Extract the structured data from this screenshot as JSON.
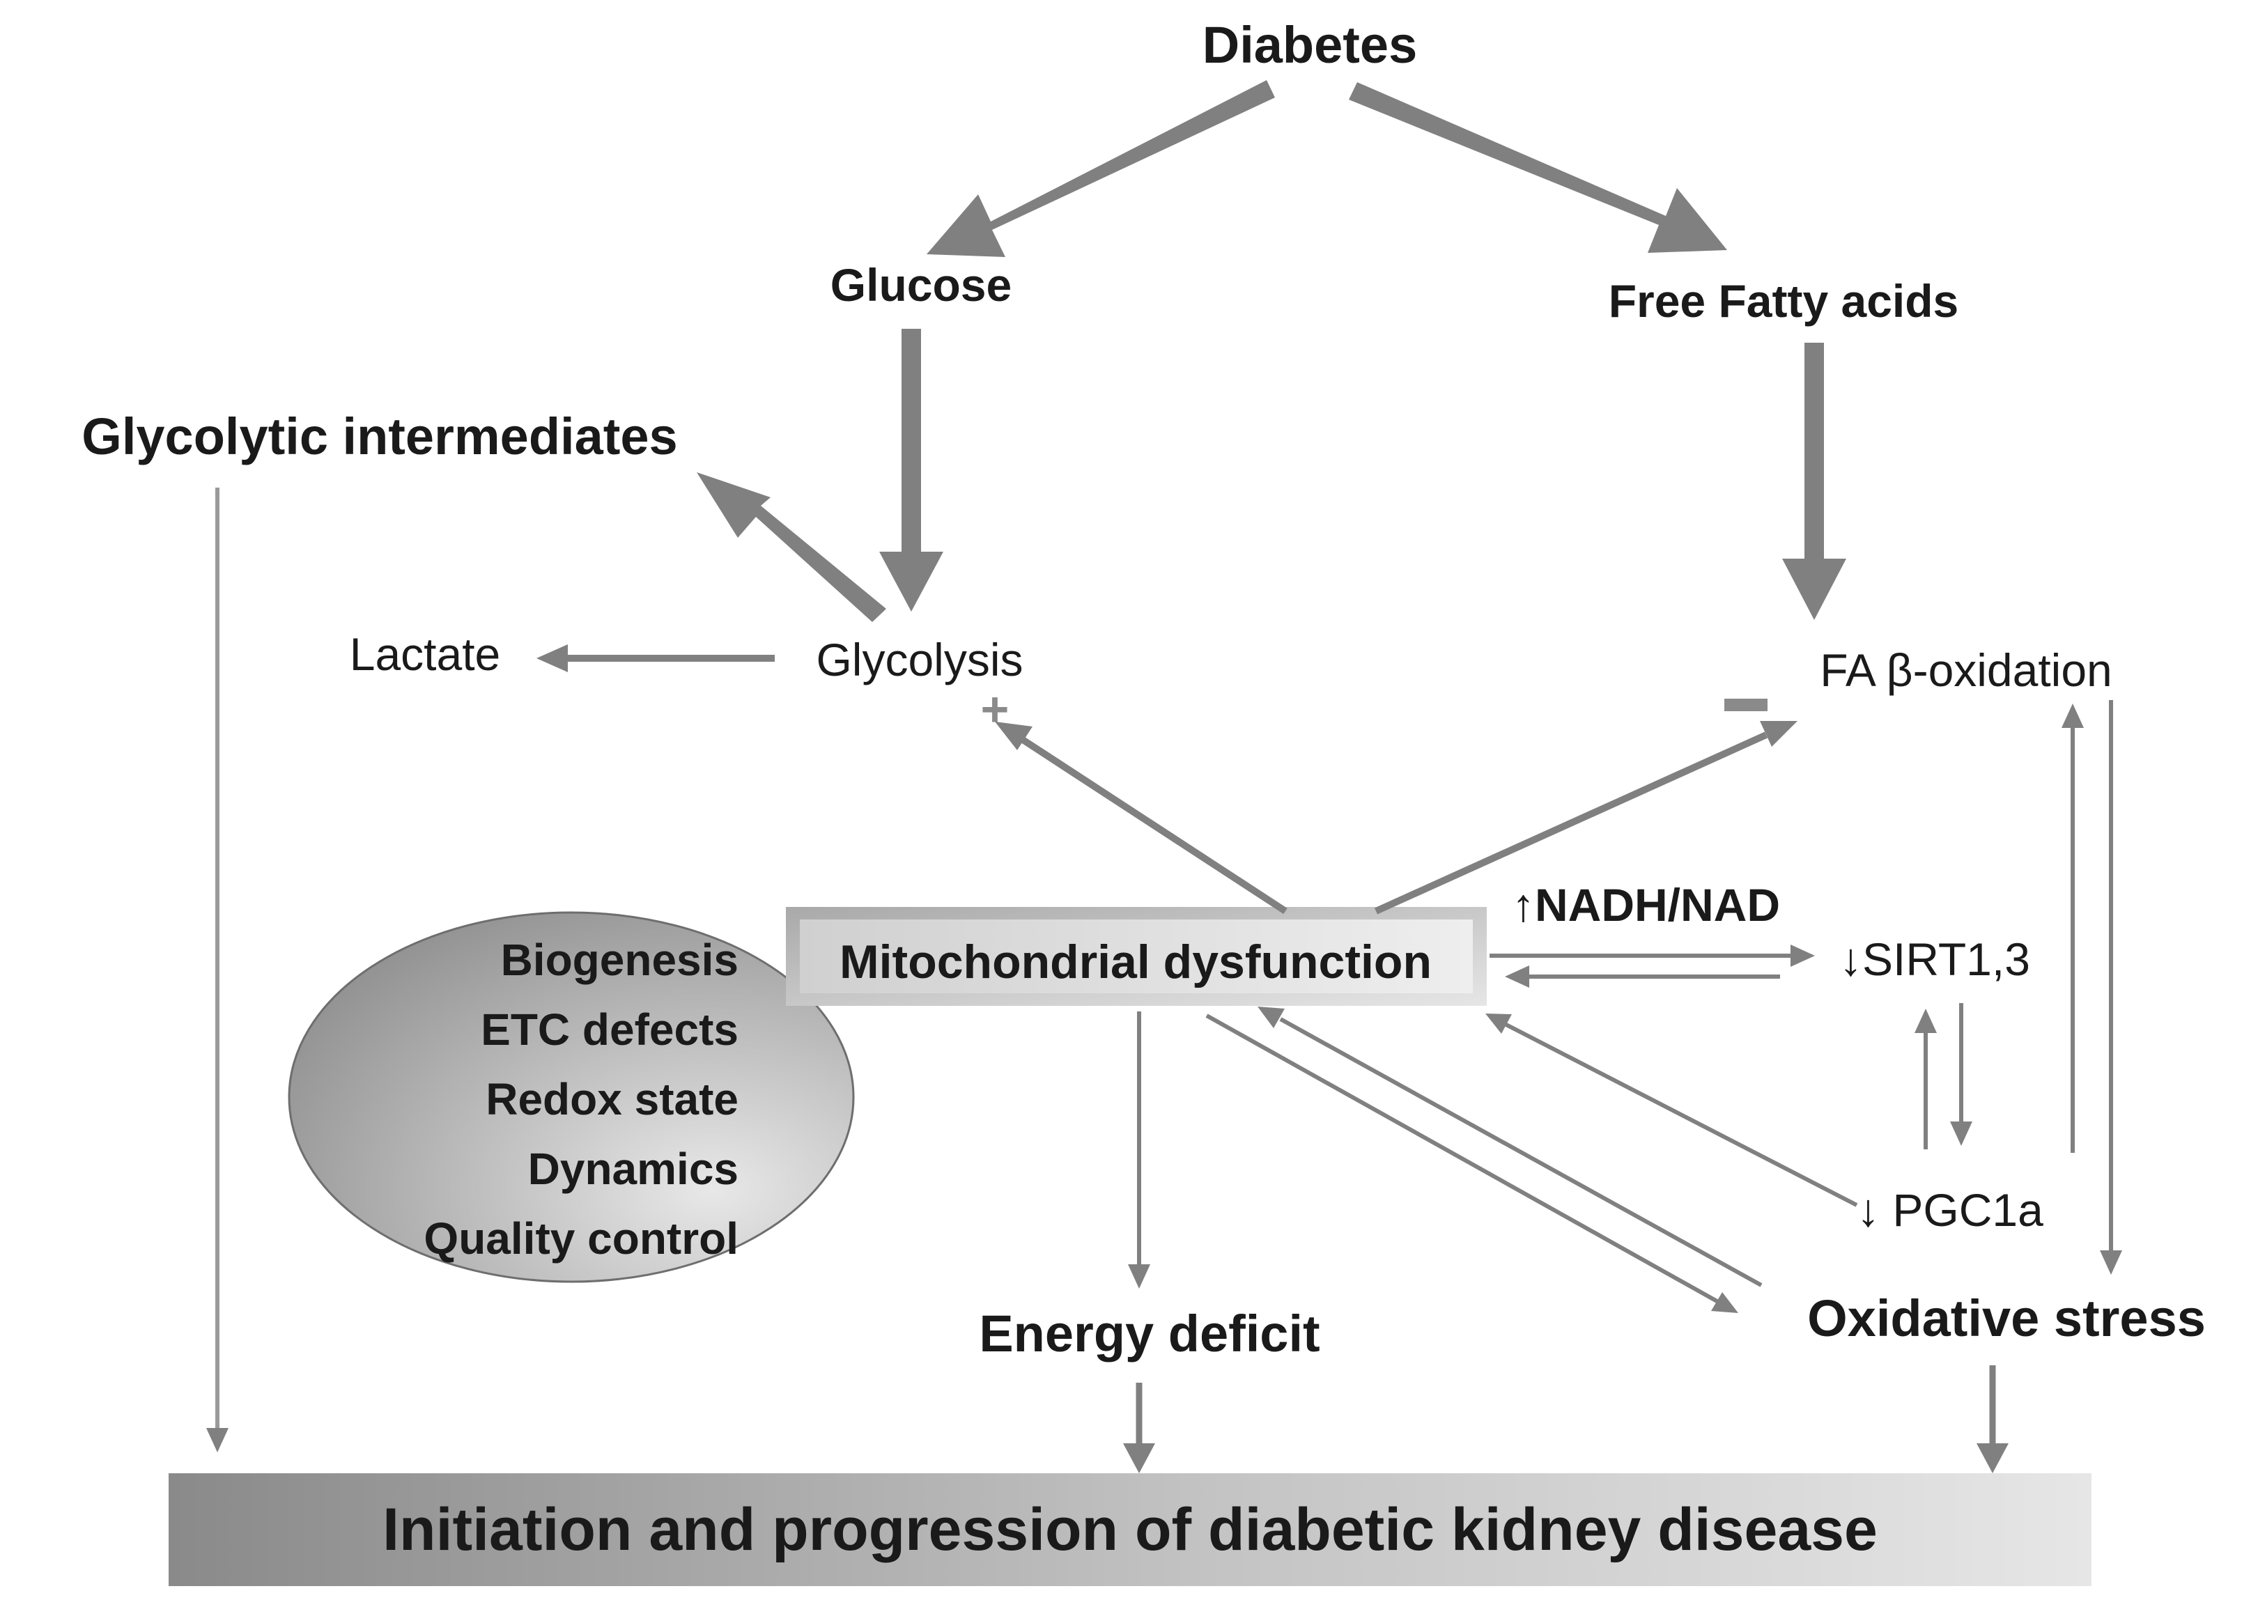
{
  "nodes": {
    "diabetes": "Diabetes",
    "glucose": "Glucose",
    "free_fatty_acids": "Free Fatty acids",
    "glycolytic_intermediates": "Glycolytic intermediates",
    "lactate": "Lactate",
    "glycolysis": "Glycolysis",
    "fa_oxidation": "FA β-oxidation",
    "mitochondrial_dysfunction": "Mitochondrial dysfunction",
    "nadh_nad": "↑NADH/NAD",
    "sirt": "↓SIRT1,3",
    "pgc1a": "↓ PGC1a",
    "energy_deficit": "Energy deficit",
    "oxidative_stress": "Oxidative stress",
    "outcome": "Initiation and progression of diabetic kidney disease"
  },
  "signs": {
    "plus": "+",
    "minus": "−"
  },
  "mito_aspects": [
    "Biogenesis",
    "ETC defects",
    "Redox state",
    "Dynamics",
    "Quality control"
  ],
  "colors": {
    "arrow": "#808080",
    "thin_arrow": "#8c8c8c",
    "text": "#1a1a1a"
  }
}
